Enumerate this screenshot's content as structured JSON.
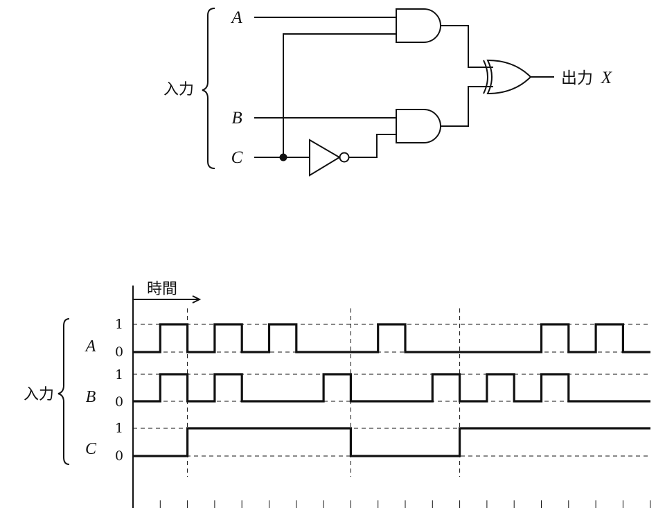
{
  "circuit": {
    "input_group_label": "入力",
    "inputs": [
      "A",
      "B",
      "C"
    ],
    "output_prefix": "出力",
    "output_name": "X"
  },
  "timing": {
    "time_label": "時間",
    "input_group_label": "入力",
    "level_high": "1",
    "level_low": "0",
    "signals": [
      {
        "name": "A",
        "high_intervals": [
          [
            1,
            2
          ],
          [
            3,
            4
          ],
          [
            5,
            6
          ],
          [
            9,
            10
          ],
          [
            15,
            16
          ],
          [
            17,
            18
          ]
        ]
      },
      {
        "name": "B",
        "high_intervals": [
          [
            1,
            2
          ],
          [
            3,
            4
          ],
          [
            7,
            8
          ],
          [
            11,
            12
          ],
          [
            13,
            14
          ],
          [
            15,
            16
          ]
        ]
      },
      {
        "name": "C",
        "high_intervals": [
          [
            2,
            8
          ],
          [
            12,
            19
          ]
        ]
      }
    ],
    "total_steps": 19,
    "section_markers": [
      2,
      8,
      12
    ]
  }
}
